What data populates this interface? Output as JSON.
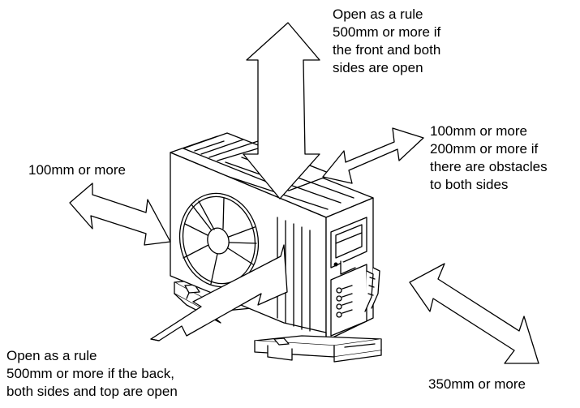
{
  "labels": {
    "top": [
      "Open as a rule",
      "500mm or more if",
      "the front and both",
      "sides are open"
    ],
    "right": [
      "100mm or more",
      "200mm or more if",
      "there are obstacles",
      "to both sides"
    ],
    "left": [
      "100mm or more"
    ],
    "bottom_left": [
      "Open as a rule",
      "500mm or more if the back,",
      "both sides and top are open"
    ],
    "bottom_right": [
      "350mm or more"
    ]
  },
  "colors": {
    "line": "#000000",
    "fill": "#ffffff"
  }
}
